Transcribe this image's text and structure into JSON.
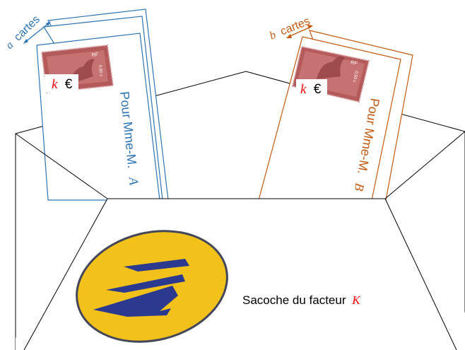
{
  "left_bundle": {
    "count_var": "a",
    "count_word": "cartes",
    "price_var": "k",
    "currency": "€",
    "recipient_prefix": "Pour Mme-M.",
    "recipient_var": "A",
    "color": "#2e75b6",
    "stamp_text": "RF",
    "stamp_value": "0,50 c"
  },
  "right_bundle": {
    "count_var": "b",
    "count_word": "cartes",
    "price_var": "k",
    "currency": "€",
    "recipient_prefix": "Pour Mme-M.",
    "recipient_var": "B",
    "color": "#c55a11",
    "stamp_text": "RF",
    "stamp_value": "0,50 c"
  },
  "bag": {
    "label": "Sacoche du facteur",
    "label_var": "K",
    "logo": "la-poste-logo",
    "logo_colors": {
      "disc": "#f2c21a",
      "bird": "#2b3a8f"
    }
  },
  "accent_var_color": "#ff0000"
}
